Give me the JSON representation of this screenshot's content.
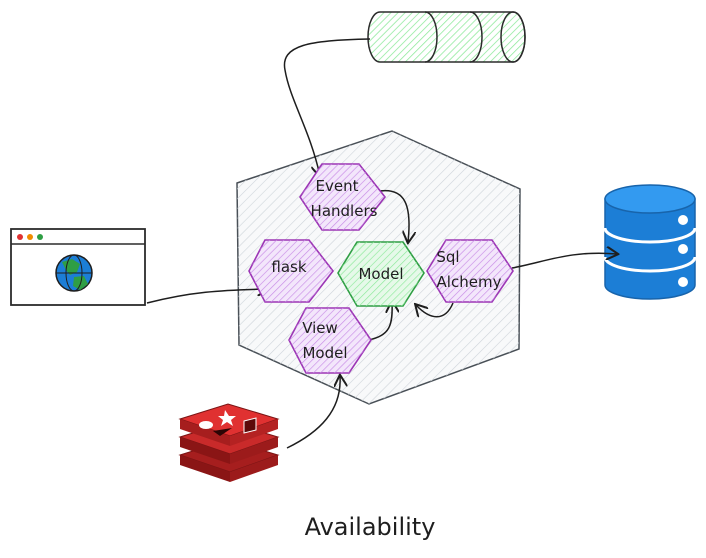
{
  "diagram": {
    "title": "Availability",
    "nodes": {
      "event_handlers": {
        "line1": "Event",
        "line2": "Handlers"
      },
      "flask": {
        "label": "flask"
      },
      "model": {
        "label": "Model"
      },
      "sql_alchemy": {
        "line1": "Sql",
        "line2": "Alchemy"
      },
      "view_model": {
        "line1": "View",
        "line2": "Model"
      }
    },
    "icons": {
      "browser": "browser-window-globe-icon",
      "message_queue": "message-queue-cylinder-icon",
      "database": "database-icon",
      "cache": "redis-cache-icon"
    },
    "colors": {
      "purple_fill": "#d7b3ef",
      "purple_stroke": "#9c36b5",
      "green_fill": "#b2f2bb",
      "green_stroke": "#2f9e44",
      "db_blue": "#1c7ed6",
      "redis_red": "#c92a2a",
      "hatch_gray": "#dee2e6"
    }
  }
}
